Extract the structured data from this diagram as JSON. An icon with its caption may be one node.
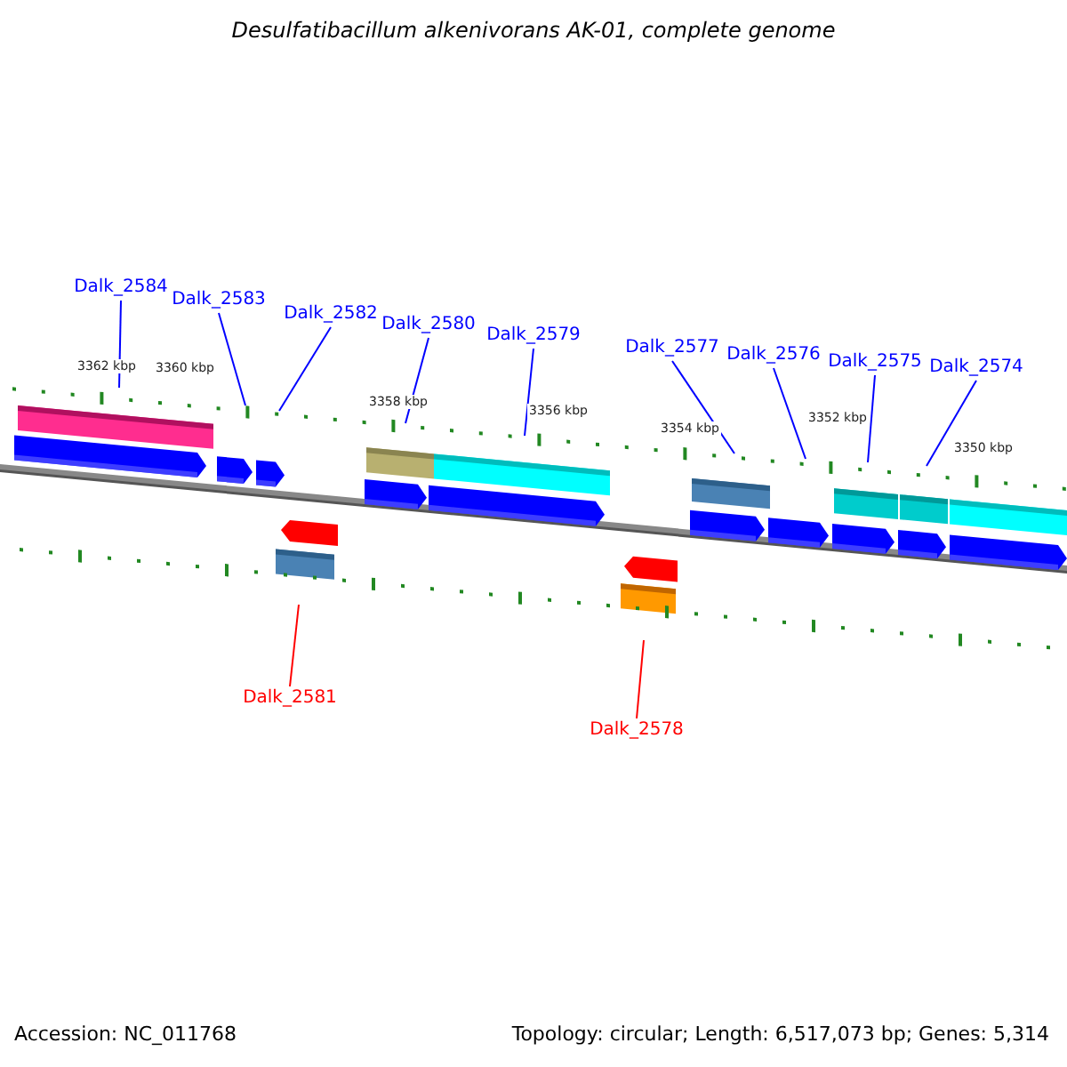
{
  "diagram": {
    "title": "Desulfatibacillum alkenivorans AK-01, complete genome",
    "nodes": [
      {
        "text": [
          "Dalk_2584"
        ]
      },
      {
        "text": [
          "Dalk_2583"
        ]
      },
      {
        "text": [
          "Dalk_2582"
        ]
      },
      {
        "text": [
          "Dalk_2580"
        ]
      },
      {
        "text": [
          "Dalk_2579"
        ]
      },
      {
        "text": [
          "Dalk_2577"
        ]
      },
      {
        "text": [
          "Dalk_2576"
        ]
      },
      {
        "text": [
          "Dalk_2575"
        ]
      },
      {
        "text": [
          "Dalk_2574"
        ]
      },
      {
        "text": [
          "Dalk_2581"
        ]
      },
      {
        "text": [
          "Dalk_2578"
        ]
      }
    ],
    "edges": [
      {
        "from": 0,
        "to": null,
        "arrow": "none"
      },
      {
        "from": 1,
        "to": null,
        "arrow": "none"
      },
      {
        "from": 2,
        "to": null,
        "arrow": "none"
      },
      {
        "from": 3,
        "to": null,
        "arrow": "none"
      },
      {
        "from": 4,
        "to": null,
        "arrow": "none"
      },
      {
        "from": 5,
        "to": null,
        "arrow": "none"
      },
      {
        "from": 6,
        "to": null,
        "arrow": "none"
      },
      {
        "from": 7,
        "to": null,
        "arrow": "none"
      },
      {
        "from": 8,
        "to": null,
        "arrow": "none"
      },
      {
        "from": 9,
        "to": null,
        "arrow": "none",
        "color": "#ff0000"
      },
      {
        "from": 10,
        "to": null,
        "arrow": "none",
        "color": "#ff0000"
      }
    ],
    "labels": [
      "3362 kbp",
      "3360 kbp",
      "3358 kbp",
      "3356 kbp",
      "3354 kbp",
      "3352 kbp",
      "3350 kbp",
      "Accession: NC_011768",
      "Topology: circular; Length: 6,517,073 bp; Genes: 5,314"
    ]
  }
}
